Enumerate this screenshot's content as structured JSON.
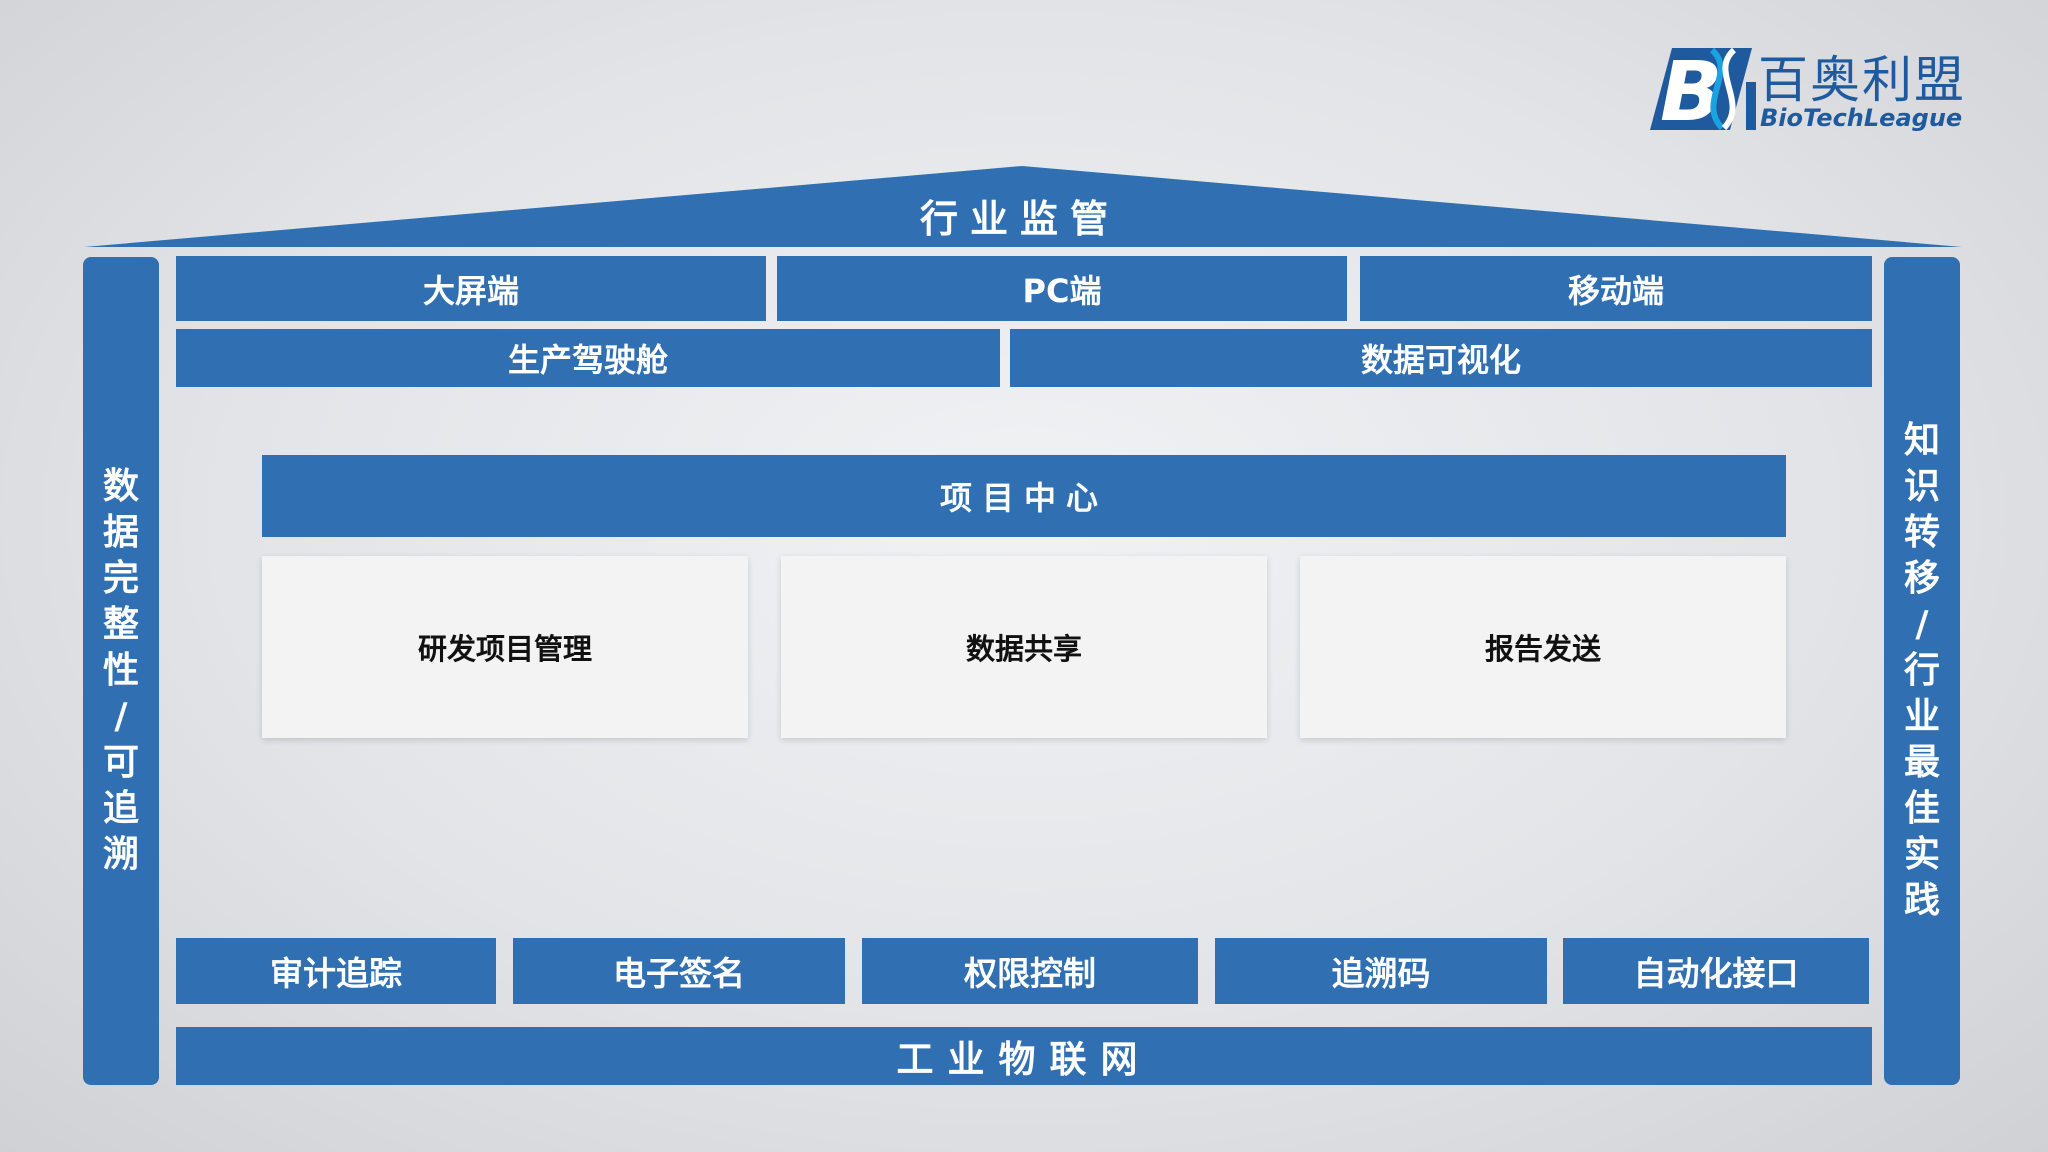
{
  "logo": {
    "name_cn": "百奥利盟",
    "name_en": "BioTechLeague",
    "mark_letters": "BL",
    "colors": {
      "primary": "#1f5a9e",
      "accent": "#1aa3e0"
    }
  },
  "roof": {
    "title": "行业监管"
  },
  "left_pillar": {
    "label": [
      "数",
      "据",
      "完",
      "整",
      "性",
      "/",
      "可",
      "追",
      "溯"
    ]
  },
  "right_pillar": {
    "label": [
      "知",
      "识",
      "转",
      "移",
      "/",
      "行",
      "业",
      "最",
      "佳",
      "实",
      "践"
    ]
  },
  "top_row": [
    "大屏端",
    "PC端",
    "移动端"
  ],
  "second_row": [
    "生产驾驶舱",
    "数据可视化"
  ],
  "center": {
    "title": "项目中心",
    "cards": [
      "研发项目管理",
      "数据共享",
      "报告发送"
    ]
  },
  "bottom_row": [
    "审计追踪",
    "电子签名",
    "权限控制",
    "追溯码",
    "自动化接口"
  ],
  "base": {
    "title": "工业物联网"
  },
  "colors": {
    "block_blue": "#2f6fb2",
    "card_bg": "#f3f3f3",
    "page_bg": "#e4e6e9"
  }
}
